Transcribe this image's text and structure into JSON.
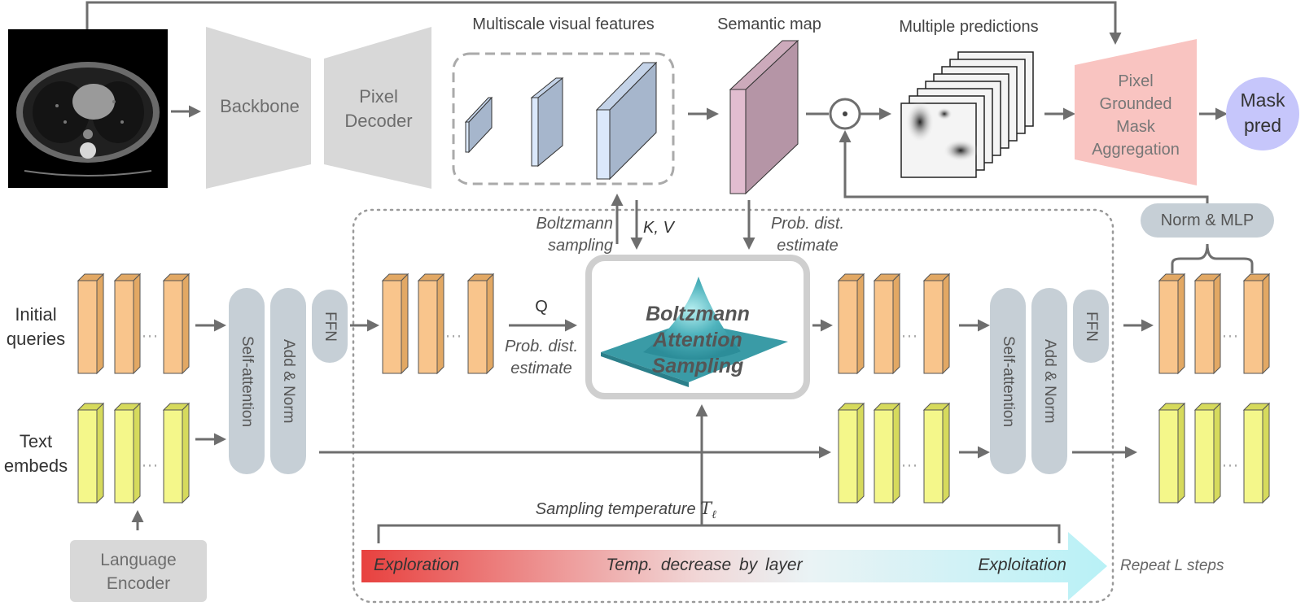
{
  "top": {
    "backbone": "Backbone",
    "pixel_decoder": [
      "Pixel",
      "Decoder"
    ],
    "multiscale_title": "Multiscale visual features",
    "semantic_map_title": "Semantic map",
    "multiple_predictions_title": "Multiple predictions",
    "aggregation": [
      "Pixel",
      "Grounded",
      "Mask",
      "Aggregation"
    ],
    "mask_pred": [
      "Mask",
      "pred"
    ],
    "dot_symbol": "⊙"
  },
  "middle": {
    "boltzmann_sampling": [
      "Boltzmann",
      "sampling"
    ],
    "kv": "K, V",
    "prob_dist_top": [
      "Prob. dist.",
      "estimate"
    ],
    "norm_mlp": "Norm & MLP",
    "q": "Q",
    "prob_dist_left": [
      "Prob. dist.",
      "estimate"
    ],
    "bas": [
      "Boltzmann",
      "Attention",
      "Sampling"
    ],
    "initial_queries": [
      "Initial",
      "queries"
    ],
    "text_embeds": [
      "Text",
      "embeds"
    ],
    "self_attention": "Self-attention",
    "add_norm": "Add & Norm",
    "ffn": "FFN"
  },
  "bottom": {
    "language_encoder": [
      "Language",
      "Encoder"
    ],
    "sampling_temp": "Sampling temperature",
    "temp_symbol": "T",
    "temp_subscript": "ℓ",
    "exploration": "Exploration",
    "temp_decrease": "Temp. decrease by layer",
    "exploitation": "Exploitation",
    "repeat": "Repeat L steps"
  },
  "colors": {
    "arrow": "#6e6e6e",
    "query_front": "#f9c58c",
    "query_side": "#e2a864",
    "text_front": "#f4f78a",
    "text_side": "#d6da5c",
    "grey_block": "#d8d8d8",
    "pill": "#c6cfd6",
    "semantic_front": "#e2bdd0",
    "semantic_side": "#b595a6",
    "feature_front": "#dbe8fb",
    "feature_side": "#a6b6cc",
    "aggregation": "#f9c4c1",
    "mask_pred": "#c6c6fb",
    "gradient_start": "#e8413f",
    "gradient_end": "#b8f1f6"
  }
}
